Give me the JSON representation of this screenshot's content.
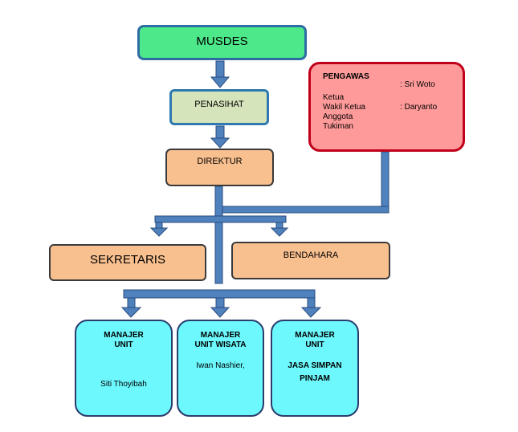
{
  "musdes": {
    "label": "MUSDES"
  },
  "penasihat": {
    "label": "PENASIHAT"
  },
  "direktur": {
    "label": "DIREKTUR"
  },
  "pengawas": {
    "title": "PENGAWAS",
    "ketua_label": "Ketua",
    "ketua_name": ": Sri Woto",
    "wakil_label": "Wakil Ketua",
    "wakil_name": ": Daryanto",
    "anggota_label": "Anggota",
    "anggota_name": "Tukiman"
  },
  "sekretaris": {
    "label": "SEKRETARIS"
  },
  "bendahara": {
    "label": "BENDAHARA"
  },
  "units": [
    {
      "line1": "MANAJER",
      "line2": "UNIT",
      "person": "Siti Thoyibah"
    },
    {
      "line1": "MANAJER",
      "line2": "UNIT WISATA",
      "person": "Iwan Nashier,"
    },
    {
      "line1": "MANAJER",
      "line2": "UNIT",
      "person_line1": "JASA SIMPAN",
      "person_line2": "PINJAM"
    }
  ],
  "colors": {
    "musdes": "#4de889",
    "penasihat": "#d6e4bc",
    "direktur": "#f9c08f",
    "pengawas": "#ff9a9a",
    "unit": "#6cf8fc",
    "connector": "#4f81bd",
    "connector_edge": "#2b4c7e"
  }
}
